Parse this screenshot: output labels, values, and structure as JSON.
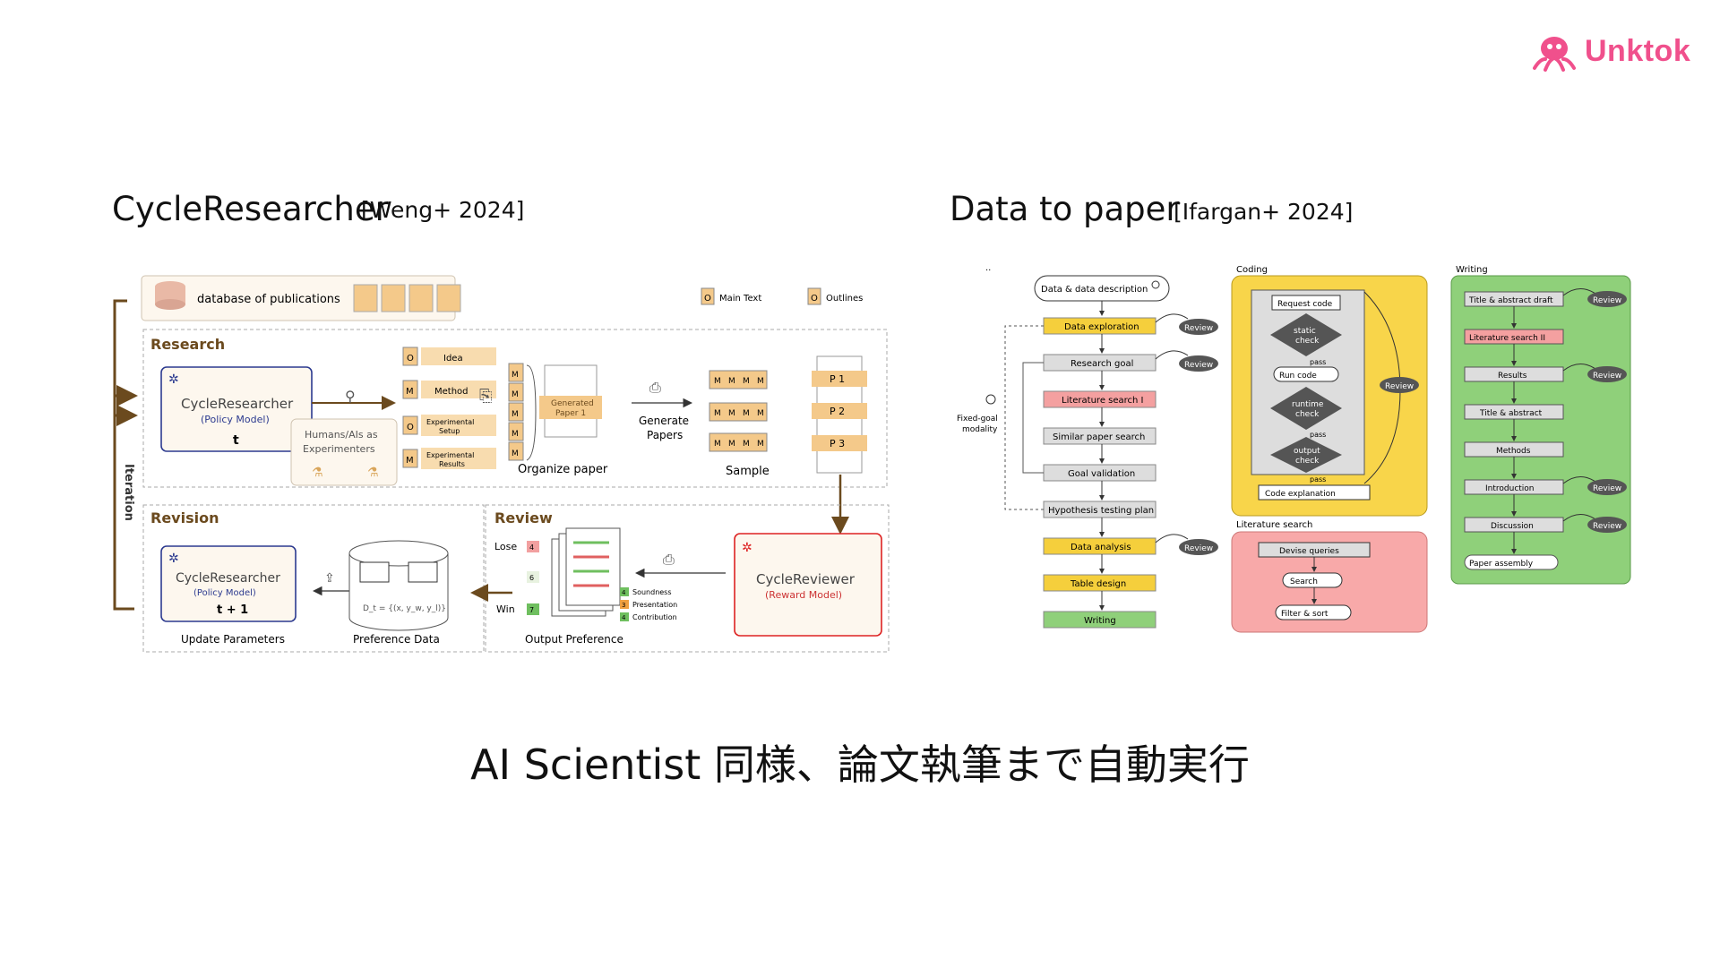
{
  "brand": {
    "name": "Unktok",
    "color": "#f0508c"
  },
  "left": {
    "title": "CycleResearcher",
    "citation": "[Weng+ 2024]",
    "diagram": {
      "db_label": "database of publications",
      "legend_main": "Main Text",
      "legend_outlines": "Outlines",
      "legend_m": "M",
      "legend_o": "O",
      "research_label": "Research",
      "model_name": "CycleResearcher",
      "policy_model": "(Policy Model)",
      "t": "t",
      "humans": "Humans/AIs as",
      "experimenters": "Experimenters",
      "idea": "Idea",
      "method": "Method",
      "exp_setup_1": "Experimental",
      "exp_setup_2": "Setup",
      "exp_results_1": "Experimental",
      "exp_results_2": "Results",
      "generated_1": "Generated",
      "generated_2": "Paper 1",
      "organize": "Organize paper",
      "generate_1": "Generate",
      "generate_2": "Papers",
      "sample": "Sample",
      "p1": "P 1",
      "p2": "P 2",
      "p3": "P 3",
      "iteration": "Iteration",
      "revision_label": "Revision",
      "model_t1": "t + 1",
      "update": "Update  Parameters",
      "pref_data": "Preference Data",
      "formula": "D_t = {(x, y_w, y_l)}",
      "review_label": "Review",
      "lose": "Lose",
      "win": "Win",
      "lose_score": "4",
      "mid_score": "6",
      "win_score": "7",
      "output_pref": "Output Preference",
      "soundness": "Soundness",
      "presentation": "Presentation",
      "contribution": "Contribution",
      "s_val": "4",
      "p_val": "3",
      "c_val": "4",
      "reviewer": "CycleReviewer",
      "reward_model": "(Reward Model)"
    }
  },
  "right": {
    "title": "Data to paper",
    "citation": "[Ifargan+ 2024]",
    "diagram": {
      "dots": "..",
      "start": "Data & data description",
      "data_exploration": "Data exploration",
      "research_goal": "Research goal",
      "literature_search_1": "Literature search I",
      "similar_paper_search": "Similar paper search",
      "goal_validation": "Goal validation",
      "hypothesis": "Hypothesis testing plan",
      "data_analysis": "Data analysis",
      "table_design": "Table design",
      "writing": "Writing",
      "review": "Review",
      "fixed_goal_1": "Fixed-goal",
      "fixed_goal_2": "modality",
      "coding_label": "Coding",
      "request_code": "Request code",
      "static_1": "static",
      "static_2": "check",
      "run_code": "Run code",
      "runtime_1": "runtime",
      "runtime_2": "check",
      "output_1": "output",
      "output_2": "check",
      "pass": "pass",
      "code_explanation": "Code explanation",
      "lit_label": "Literature search",
      "devise_queries": "Devise queries",
      "search": "Search",
      "filter_sort": "Filter & sort",
      "writing_label": "Writing",
      "title_abstract_draft": "Title & abstract draft",
      "literature_search_2": "Literature search II",
      "results": "Results",
      "title_abstract": "Title & abstract",
      "methods": "Methods",
      "introduction": "Introduction",
      "discussion": "Discussion",
      "paper_assembly": "Paper assembly"
    }
  },
  "caption": "AI Scientist 同様、論文執筆まで自動実行"
}
